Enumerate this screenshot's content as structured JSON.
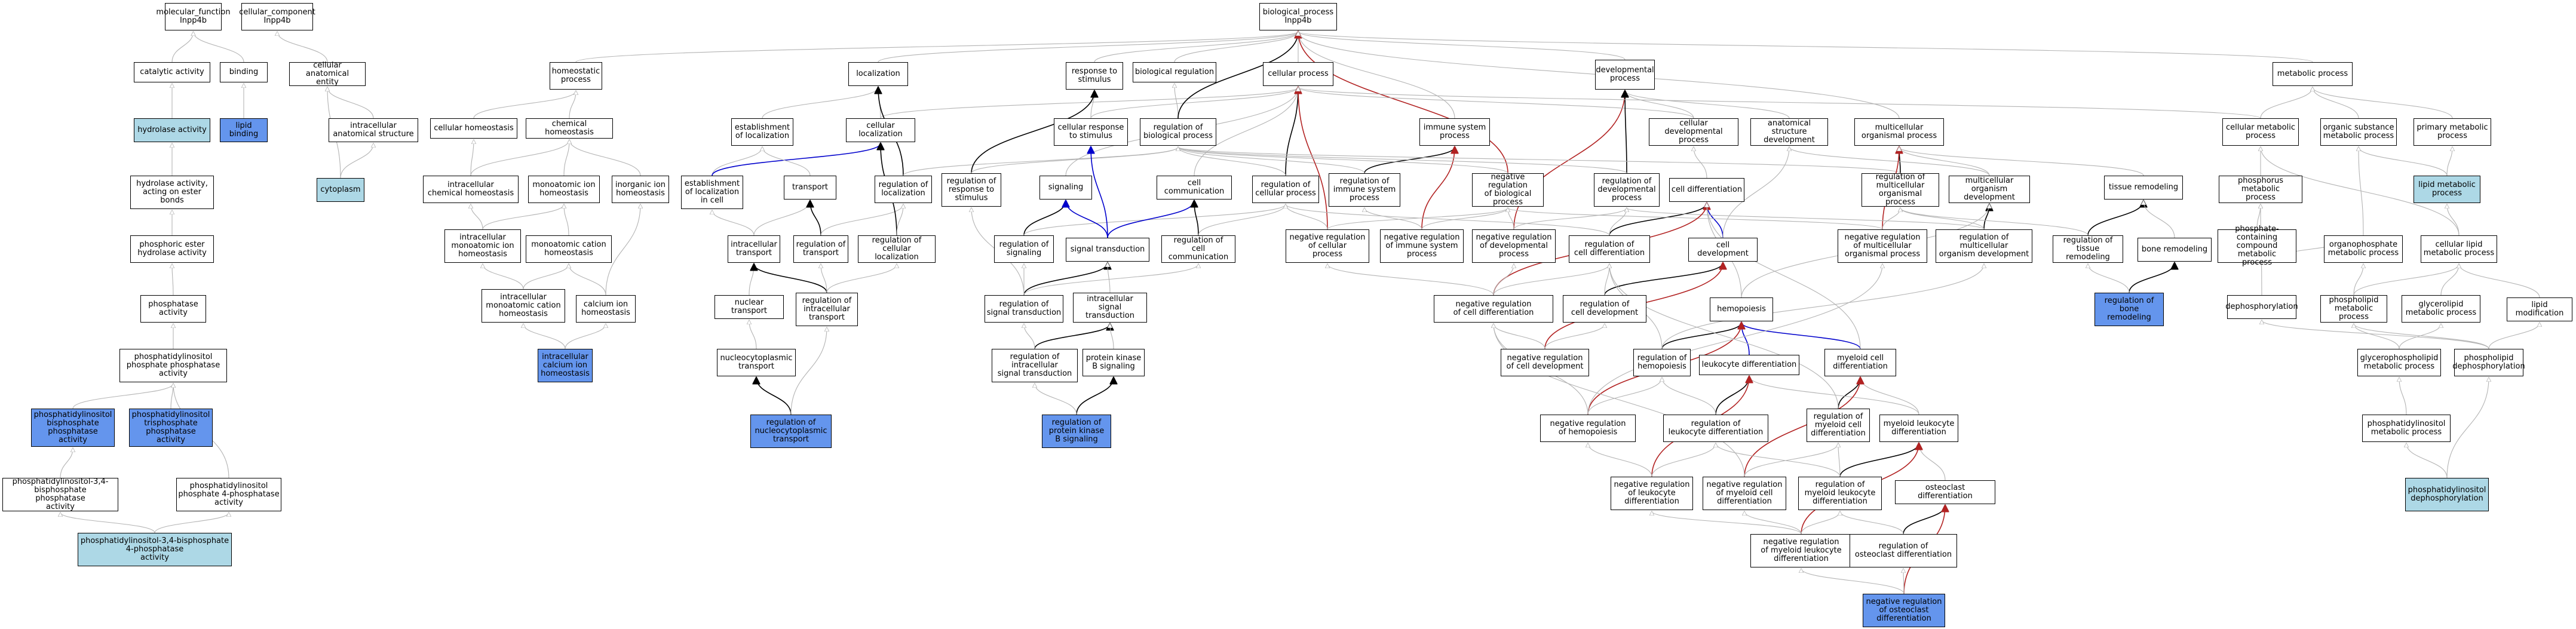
{
  "nodes": {
    "mf": {
      "label": "molecular_function\nInpp4b"
    },
    "cc": {
      "label": "cellular_component\nInpp4b"
    },
    "bp": {
      "label": "biological_process\nInpp4b"
    },
    "catalytic": {
      "label": "catalytic activity"
    },
    "binding": {
      "label": "binding"
    },
    "cae": {
      "label": "cellular anatomical\nentity"
    },
    "hydrolase": {
      "label": "hydrolase activity",
      "fill": "light"
    },
    "lipidbind": {
      "label": "lipid binding",
      "fill": "dark"
    },
    "ias": {
      "label": "intracellular\nanatomical structure"
    },
    "cytoplasm": {
      "label": "cytoplasm",
      "fill": "light"
    },
    "hyd_ester": {
      "label": "hydrolase activity,\nacting on ester\nbonds"
    },
    "phosmono": {
      "label": "phosphoric ester\nhydrolase activity"
    },
    "phosphatase": {
      "label": "phosphatase\nactivity"
    },
    "pipp": {
      "label": "phosphatidylinositol\nphosphate phosphatase\nactivity"
    },
    "pibis": {
      "label": "phosphatidylinositol\nbisphosphate\nphosphatase\nactivity",
      "fill": "dark"
    },
    "pitris": {
      "label": "phosphatidylinositol\ntrisphosphate\nphosphatase\nactivity",
      "fill": "dark"
    },
    "pi34bp": {
      "label": "phosphatidylinositol-3,4-bisphosphate\nphosphatase\nactivity"
    },
    "pi4p": {
      "label": "phosphatidylinositol\nphosphate 4-phosphatase\nactivity"
    },
    "pi34bp4p": {
      "label": "phosphatidylinositol-3,4-bisphosphate\n4-phosphatase\nactivity",
      "fill": "light"
    },
    "homeostatic": {
      "label": "homeostatic\nprocess"
    },
    "cellhomeo": {
      "label": "cellular homeostasis"
    },
    "chemhomeo": {
      "label": "chemical homeostasis"
    },
    "icchemhomeo": {
      "label": "intracellular\nchemical homeostasis"
    },
    "monohomeo": {
      "label": "monoatomic ion\nhomeostasis"
    },
    "inorghomeo": {
      "label": "inorganic ion\nhomeostasis"
    },
    "icmonohomeo": {
      "label": "intracellular\nmonoatomic ion\nhomeostasis"
    },
    "moncathomeo": {
      "label": "monoatomic cation\nhomeostasis"
    },
    "icmoncathomeo": {
      "label": "intracellular\nmonoatomic cation\nhomeostasis"
    },
    "cahomeo": {
      "label": "calcium ion\nhomeostasis"
    },
    "iccahomeo": {
      "label": "intracellular\ncalcium ion\nhomeostasis",
      "fill": "dark"
    },
    "localization": {
      "label": "localization"
    },
    "estloc": {
      "label": "establishment\nof localization"
    },
    "cellloc": {
      "label": "cellular localization"
    },
    "estloccell": {
      "label": "establishment\nof localization\nin cell"
    },
    "transport": {
      "label": "transport"
    },
    "regloc": {
      "label": "regulation of\nlocalization"
    },
    "ictransport": {
      "label": "intracellular\ntransport"
    },
    "regtransport": {
      "label": "regulation of\ntransport"
    },
    "regcellloc": {
      "label": "regulation of\ncellular localization"
    },
    "nucltransport": {
      "label": "nuclear transport"
    },
    "regictransport": {
      "label": "regulation of\nintracellular\ntransport"
    },
    "nctransport": {
      "label": "nucleocytoplasmic\ntransport"
    },
    "regnctransport": {
      "label": "regulation of\nnucleocytoplasmic\ntransport",
      "fill": "dark"
    },
    "response": {
      "label": "response to\nstimulus"
    },
    "bioreg": {
      "label": "biological regulation"
    },
    "cellproc": {
      "label": "cellular process"
    },
    "cellresp": {
      "label": "cellular response\nto stimulus"
    },
    "regbp": {
      "label": "regulation of\nbiological process"
    },
    "regresp": {
      "label": "regulation of\nresponse to\nstimulus"
    },
    "signaling": {
      "label": "signaling"
    },
    "cellcomm": {
      "label": "cell communication"
    },
    "regcellproc": {
      "label": "regulation of\ncellular process"
    },
    "regsignaling": {
      "label": "regulation of\nsignaling"
    },
    "sigtrans": {
      "label": "signal transduction"
    },
    "regcellcomm": {
      "label": "regulation of\ncell communication"
    },
    "regsigtrans": {
      "label": "regulation of\nsignal transduction"
    },
    "icsigtrans": {
      "label": "intracellular\nsignal transduction"
    },
    "regicsigtrans": {
      "label": "regulation of\nintracellular\nsignal transduction"
    },
    "pkb": {
      "label": "protein kinase\nB signaling"
    },
    "regpkb": {
      "label": "regulation of\nprotein kinase\nB signaling",
      "fill": "dark"
    },
    "immune": {
      "label": "immune system\nprocess"
    },
    "regimmune": {
      "label": "regulation of\nimmune system\nprocess"
    },
    "negregcellproc": {
      "label": "negative regulation\nof cellular\nprocess"
    },
    "negregimmune": {
      "label": "negative regulation\nof immune system\nprocess"
    },
    "negregbp": {
      "label": "negative regulation\nof biological\nprocess"
    },
    "negregdev": {
      "label": "negative regulation\nof developmental\nprocess"
    },
    "devproc": {
      "label": "developmental\nprocess"
    },
    "celldevproc": {
      "label": "cellular developmental\nprocess"
    },
    "anatdev": {
      "label": "anatomical structure\ndevelopment"
    },
    "multiproc": {
      "label": "multicellular\norganismal process"
    },
    "regdevproc": {
      "label": "regulation of\ndevelopmental\nprocess"
    },
    "celldiff": {
      "label": "cell differentiation"
    },
    "regmulti": {
      "label": "regulation of\nmulticellular\norganismal process"
    },
    "multidev": {
      "label": "multicellular\norganism development"
    },
    "regcelldiff": {
      "label": "regulation of\ncell differentiation"
    },
    "celldev": {
      "label": "cell development"
    },
    "negregmulti": {
      "label": "negative regulation\nof multicellular\norganismal process"
    },
    "regmultidev": {
      "label": "regulation of\nmulticellular\norganism development"
    },
    "negregcelldiff": {
      "label": "negative regulation\nof cell differentiation"
    },
    "regcelldev": {
      "label": "regulation of\ncell development"
    },
    "hemopoiesis": {
      "label": "hemopoiesis"
    },
    "negregcelldev": {
      "label": "negative regulation\nof cell development"
    },
    "reghemo": {
      "label": "regulation of\nhemopoiesis"
    },
    "leukdiff": {
      "label": "leukocyte differentiation"
    },
    "myeloiddiff": {
      "label": "myeloid cell\ndifferentiation"
    },
    "negreghemo": {
      "label": "negative regulation\nof hemopoiesis"
    },
    "regleukdiff": {
      "label": "regulation of\nleukocyte differentiation"
    },
    "regmyeloiddiff": {
      "label": "regulation of\nmyeloid cell\ndifferentiation"
    },
    "myeleukdiff": {
      "label": "myeloid leukocyte\ndifferentiation"
    },
    "negregleukdiff": {
      "label": "negative regulation\nof leukocyte\ndifferentiation"
    },
    "negregmyeloiddiff": {
      "label": "negative regulation\nof myeloid cell\ndifferentiation"
    },
    "regmyeleukdiff": {
      "label": "regulation of\nmyeloid leukocyte\ndifferentiation"
    },
    "osteodiff": {
      "label": "osteoclast differentiation"
    },
    "negregmyeleukdiff": {
      "label": "negative regulation\nof myeloid leukocyte\ndifferentiation"
    },
    "regosteodiff": {
      "label": "regulation of\nosteoclast differentiation"
    },
    "negregosteodiff": {
      "label": "negative regulation\nof osteoclast\ndifferentiation",
      "fill": "dark"
    },
    "tissueremod": {
      "label": "tissue remodeling"
    },
    "regtissueremod": {
      "label": "regulation of\ntissue remodeling"
    },
    "boneremod": {
      "label": "bone remodeling"
    },
    "regboneremod": {
      "label": "regulation of\nbone remodeling",
      "fill": "dark"
    },
    "metabolic": {
      "label": "metabolic process"
    },
    "cellmetab": {
      "label": "cellular metabolic\nprocess"
    },
    "orgsubmetab": {
      "label": "organic substance\nmetabolic process"
    },
    "primmetab": {
      "label": "primary metabolic\nprocess"
    },
    "lipidmetab": {
      "label": "lipid metabolic\nprocess",
      "fill": "light"
    },
    "phosmetab": {
      "label": "phosphorus metabolic\nprocess"
    },
    "phoscompmetab": {
      "label": "phosphate-containing\ncompound metabolic\nprocess"
    },
    "orgphosmetab": {
      "label": "organophosphate\nmetabolic process"
    },
    "celllipidmetab": {
      "label": "cellular lipid\nmetabolic process"
    },
    "dephos": {
      "label": "dephosphorylation"
    },
    "phospholipidmetab": {
      "label": "phospholipid\nmetabolic process"
    },
    "glycerolipidmetab": {
      "label": "glycerolipid\nmetabolic process"
    },
    "lipidmod": {
      "label": "lipid modification"
    },
    "glycerophosmetab": {
      "label": "glycerophospholipid\nmetabolic process"
    },
    "phospholipiddephos": {
      "label": "phospholipid\ndephosphorylation"
    },
    "pimetab": {
      "label": "phosphatidylinositol\nmetabolic process"
    },
    "pidephos": {
      "label": "phosphatidylinositol\ndephosphorylation",
      "fill": "light"
    }
  },
  "colors": {
    "light_fill": "#add8e6",
    "dark_fill": "#6495ed",
    "is_a_edge": "#b3b3b3",
    "regulates_edge": "#000000",
    "positively_regulates_edge": "#0000cc",
    "negatively_regulates_edge": "#b22222"
  }
}
